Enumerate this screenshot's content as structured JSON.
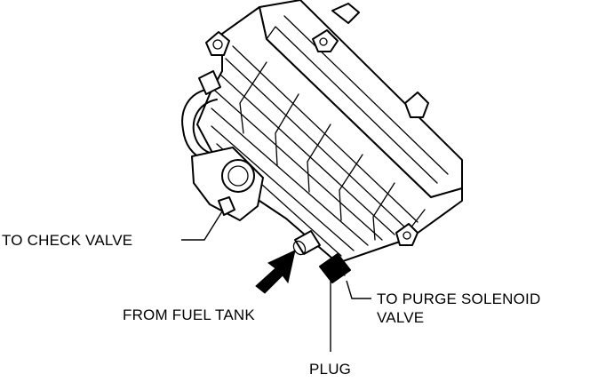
{
  "labels": {
    "to_check_valve": "TO CHECK VALVE",
    "from_fuel_tank": "FROM FUEL TANK",
    "to_purge_solenoid_line1": "TO PURGE SOLENOID",
    "to_purge_solenoid_line2": "VALVE",
    "plug": "PLUG"
  }
}
